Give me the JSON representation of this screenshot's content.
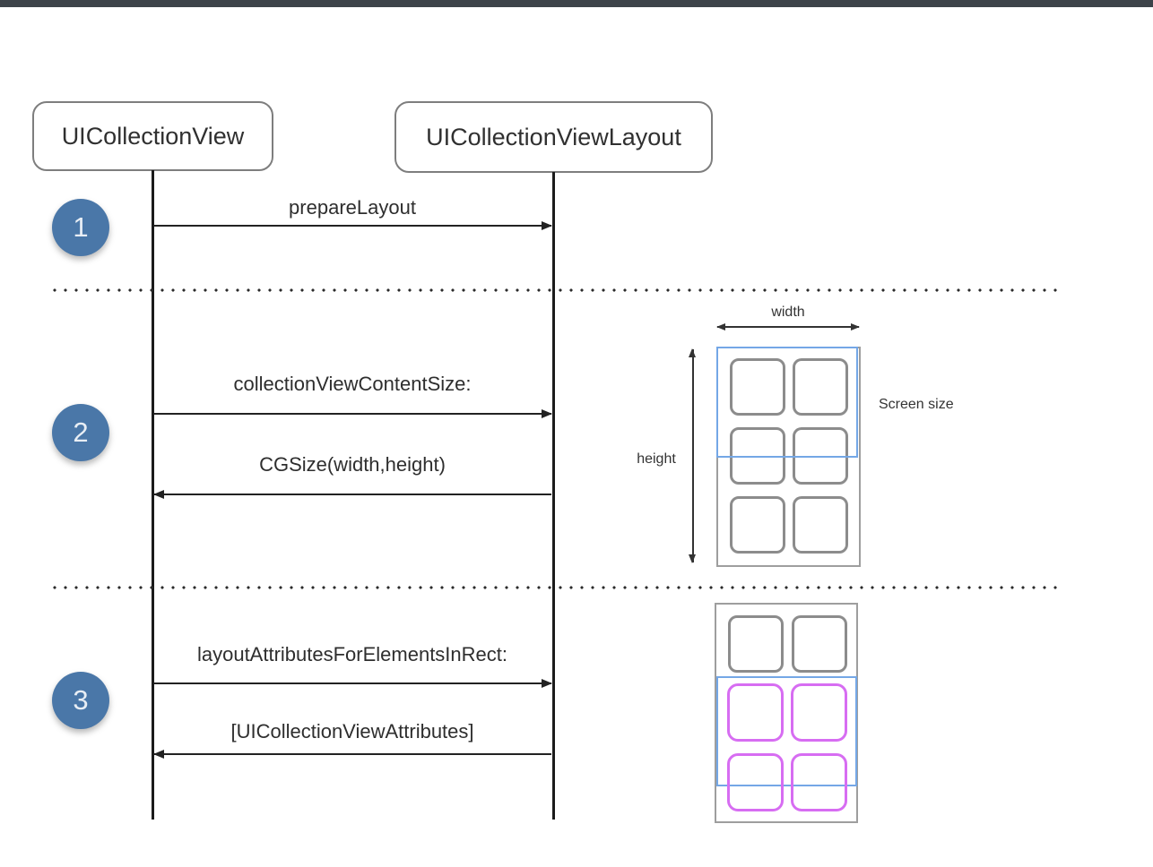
{
  "window": {
    "top_bar_color": "#3d4349"
  },
  "actors": [
    {
      "id": "collection-view",
      "label": "UICollectionView"
    },
    {
      "id": "collection-view-layout",
      "label": "UICollectionViewLayout"
    }
  ],
  "steps": [
    {
      "number": "1",
      "messages": [
        {
          "label": "prepareLayout",
          "direction": "right"
        }
      ]
    },
    {
      "number": "2",
      "messages": [
        {
          "label": "collectionViewContentSize:",
          "direction": "right"
        },
        {
          "label": "CGSize(width,height)",
          "direction": "left"
        }
      ]
    },
    {
      "number": "3",
      "messages": [
        {
          "label": "layoutAttributesForElementsInRect:",
          "direction": "right"
        },
        {
          "label": "[UICollectionViewAttributes]",
          "direction": "left"
        }
      ]
    }
  ],
  "content_size_figure": {
    "width_label": "width",
    "height_label": "height",
    "screen_size_label": "Screen size",
    "grid": {
      "columns": 2,
      "rows": 3
    }
  },
  "attributes_figure": {
    "grid": {
      "columns": 2,
      "rows": 3
    },
    "highlighted_rows": [
      2,
      3
    ]
  },
  "colors": {
    "top_bar": "#3d4349",
    "step_badge": "#4a77a8",
    "screen_outline": "#74a7e6",
    "cell_outline": "#8c8c8c",
    "highlight_cell_outline": "#d76df2"
  }
}
